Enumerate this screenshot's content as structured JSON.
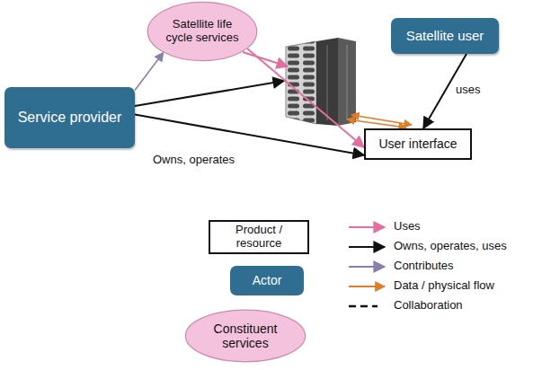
{
  "diagram": {
    "nodes": [
      {
        "text": [
          "Satellite life cycle services"
        ]
      },
      {
        "text": [
          "Satellite user"
        ]
      },
      {
        "text": [
          "Service provider"
        ]
      },
      {
        "text": [
          "User interface"
        ]
      }
    ],
    "edges": [
      {
        "from": 2,
        "to": 0,
        "arrow": "to"
      },
      {
        "from": 0,
        "to": 3,
        "arrow": "to"
      },
      {
        "from": 2,
        "to": 3,
        "label": "Owns, operates",
        "arrow": "to"
      },
      {
        "from": 1,
        "to": 3,
        "label": "uses",
        "arrow": "to"
      }
    ],
    "legend": [
      {
        "text": "Product / resource"
      },
      {
        "text": "Actor"
      },
      {
        "text": "Constituent services"
      },
      {
        "text": "Uses"
      },
      {
        "text": "Owns, operates, uses"
      },
      {
        "text": "Contributes"
      },
      {
        "text": "Data / physical flow"
      },
      {
        "text": "Collaboration"
      }
    ]
  }
}
